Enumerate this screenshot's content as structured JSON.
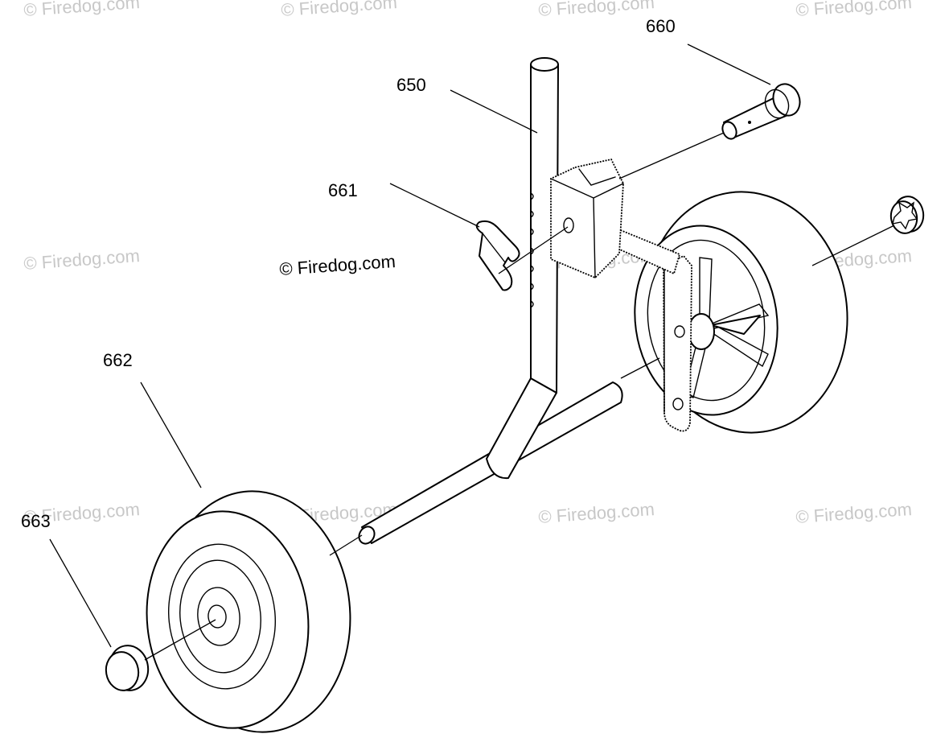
{
  "callouts": {
    "c660": "660",
    "c650": "650",
    "c661": "661",
    "c662": "662",
    "c663": "663"
  },
  "watermark": {
    "text": "© Firedog.com"
  }
}
